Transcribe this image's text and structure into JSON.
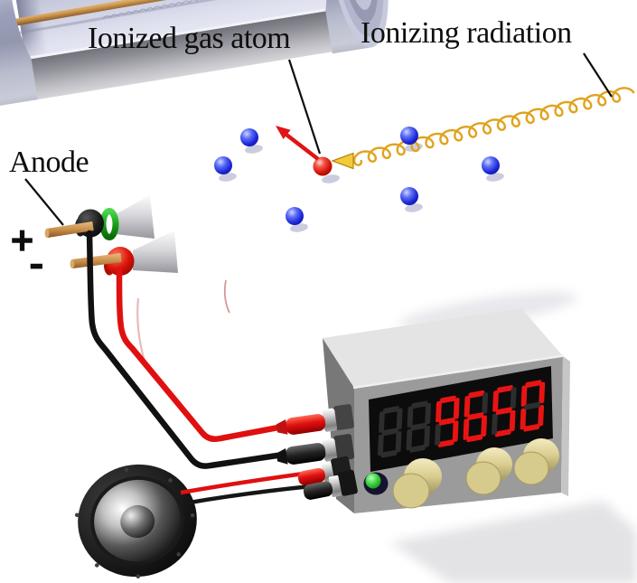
{
  "figure": {
    "type": "3d-illustration",
    "subject": "Geiger-Muller tube with digital counter and speaker",
    "background_color": "#ffffff"
  },
  "labels": {
    "ionized_gas_atom": "Ionized gas atom",
    "ionizing_radiation": "Ionizing radiation",
    "anode": "Anode",
    "positive": "+",
    "negative": "-"
  },
  "tube": {
    "shell_color": "#c3c6d8",
    "interior_color": "#d6d8e8",
    "trough_color": "#8f8f97",
    "gas_atom_count": 6,
    "gas_atom_color": "#1e28d8",
    "ionized_atom_color": "#d81410",
    "anode_rod_color": "#c07c3a",
    "radiation_color": "#e0a31d"
  },
  "meter": {
    "display_value": "9650",
    "ghost_digits": "88",
    "digits_total": 6,
    "segment_color": "#e81414",
    "ghost_color": "#2d2d2d",
    "display_background": "#0c0c0c",
    "body_color": "#9b9b9b",
    "top_color": "#e4e4e4",
    "led_color": "#2eb82e",
    "knob_color": "#d7ca8d",
    "knob_count": 3
  },
  "wires": {
    "positive_color": "#e01010",
    "negative_color": "#111111"
  },
  "speaker": {
    "rim_color": "#0b0b0b",
    "screw_count": 7
  }
}
